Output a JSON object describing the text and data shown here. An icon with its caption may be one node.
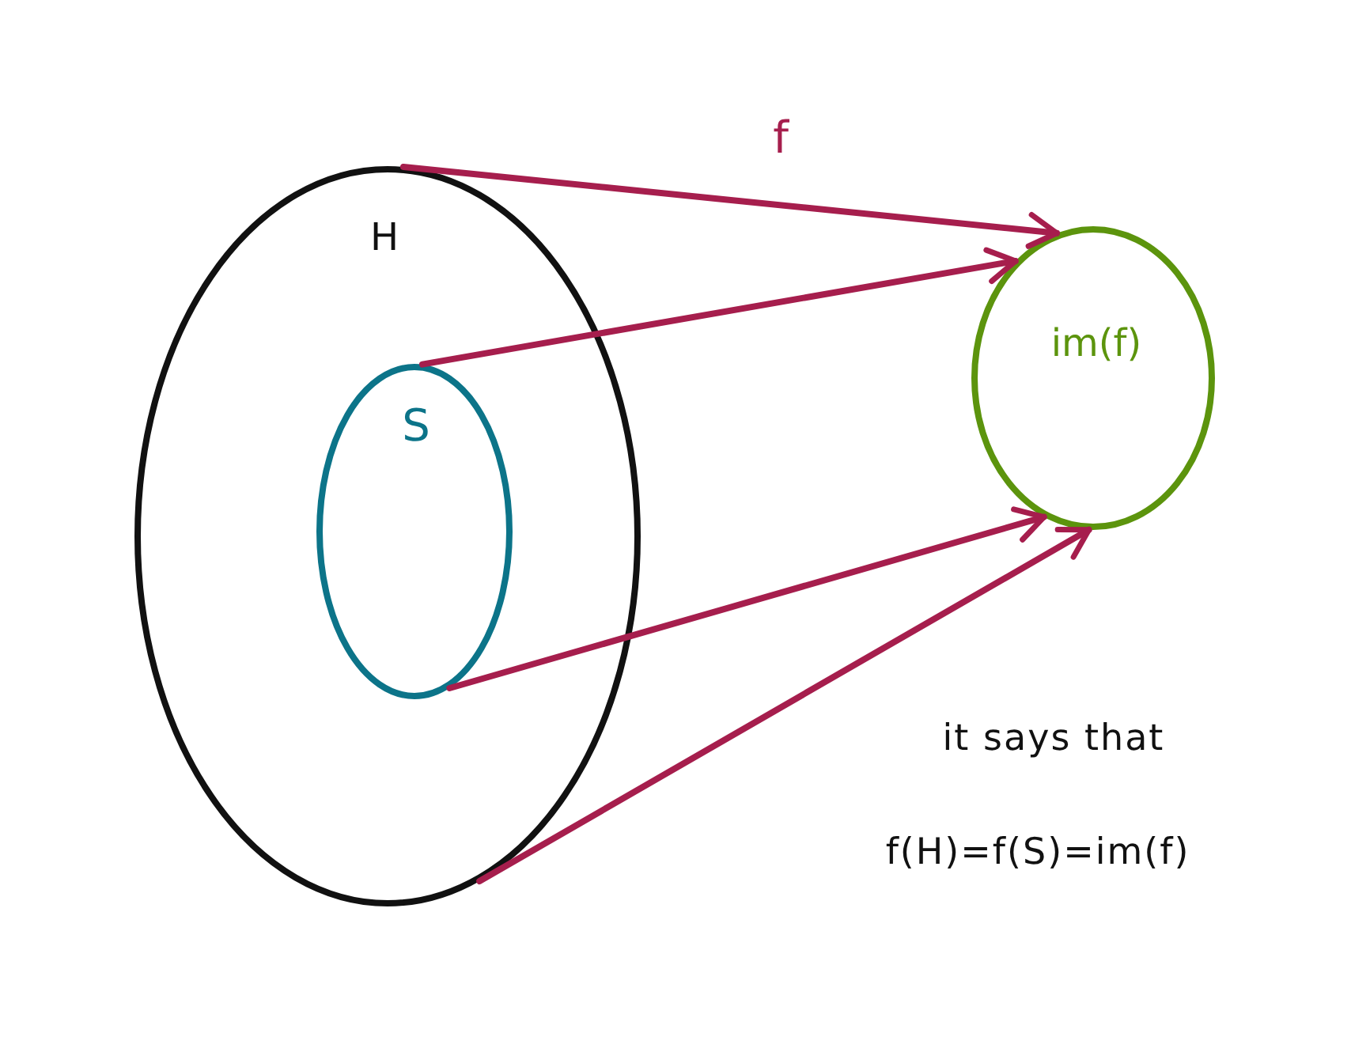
{
  "diagram": {
    "nodes": [
      {
        "text": [
          "H"
        ]
      },
      {
        "text": [
          "S"
        ],
        "in": 0
      },
      {
        "text": [
          "im(f)"
        ]
      }
    ],
    "edges": [
      {
        "from": 0,
        "to": 2,
        "arrow": "to",
        "label": "f"
      },
      {
        "from": 1,
        "to": 2,
        "arrow": "to"
      },
      {
        "from": 1,
        "to": 2,
        "arrow": "to"
      },
      {
        "from": 0,
        "to": 2,
        "arrow": "to"
      }
    ],
    "labels": [
      "it says that",
      "f(H)=f(S)=im(f)"
    ]
  }
}
